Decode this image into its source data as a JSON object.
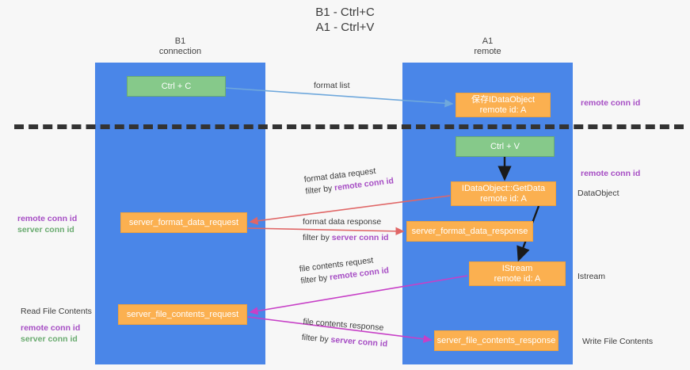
{
  "title": "B1 - Ctrl+C\nA1 - Ctrl+V",
  "title_line1": "B1 - Ctrl+C",
  "title_line2": "A1 - Ctrl+V",
  "lanes": [
    {
      "id": "b1",
      "line1": "B1",
      "line2": "connection",
      "color": "#4a86e8"
    },
    {
      "id": "a1",
      "line1": "A1",
      "line2": "remote",
      "color": "#4a86e8"
    }
  ],
  "nodes": {
    "ctrl_c": {
      "line1": "Ctrl + C",
      "line2": "",
      "color": "#86c98a",
      "kind": "key"
    },
    "save_ido": {
      "line1": "保存IDataObject",
      "line2": "remote id: A",
      "color": "#fbb050",
      "kind": "action"
    },
    "ctrl_v": {
      "line1": "Ctrl + V",
      "line2": "",
      "color": "#86c98a",
      "kind": "key"
    },
    "get_data": {
      "line1": "IDataObject::GetData",
      "line2": "remote id: A",
      "color": "#fbb050",
      "kind": "action"
    },
    "format_data_request": {
      "line1": "server_format_data_request",
      "line2": "",
      "color": "#fbb050",
      "kind": "message"
    },
    "format_data_response": {
      "line1": "server_format_data_response",
      "line2": "",
      "color": "#fbb050",
      "kind": "message"
    },
    "istream": {
      "line1": "IStream",
      "line2": "remote id: A",
      "color": "#fbb050",
      "kind": "action"
    },
    "file_contents_request": {
      "line1": "server_file_contents_request",
      "line2": "",
      "color": "#fbb050",
      "kind": "message"
    },
    "file_contents_response": {
      "line1": "server_file_contents_response",
      "line2": "",
      "color": "#fbb050",
      "kind": "message"
    }
  },
  "arrow_labels": {
    "format_list": {
      "line1": "format list",
      "line2": "",
      "line2_hl": "",
      "color": "#6fa8dc"
    },
    "format_data_request": {
      "line1": "format data request",
      "line2_prefix": "filter by ",
      "line2_hl": "remote conn id",
      "color": "#e06666"
    },
    "format_data_response": {
      "line1": "format data response",
      "line2_prefix": "filter by ",
      "line2_hl": "server conn id",
      "color": "#e06666"
    },
    "file_contents_request": {
      "line1": "file contents request",
      "line2_prefix": "filter by ",
      "line2_hl": "remote conn id",
      "color": "#c740c7"
    },
    "file_contents_response": {
      "line1": "file contents response",
      "line2_prefix": "filter by ",
      "line2_hl": "server conn id",
      "color": "#c740c7"
    }
  },
  "side_notes": {
    "left_conn_remote": "remote conn id",
    "left_conn_server": "server conn id",
    "left_read_title": "Read File Contents",
    "left_read_remote": "remote conn id",
    "left_read_server": "server conn id",
    "right_remote_top": "remote conn id",
    "right_remote_mid": "remote conn id",
    "right_dataobject": "DataObject",
    "right_istream": "Istream",
    "right_write": "Write File Contents"
  },
  "colors": {
    "lane": "#4a86e8",
    "green": "#86c98a",
    "orange": "#fbb050",
    "purple": "#a64dc4",
    "green_text": "#6aab70",
    "red_arrow": "#e06666",
    "magenta_arrow": "#c740c7",
    "blue_arrow": "#6fa8dc",
    "black_arrow": "#1a1a1a",
    "divider": "#333333",
    "background": "#f7f7f7"
  }
}
